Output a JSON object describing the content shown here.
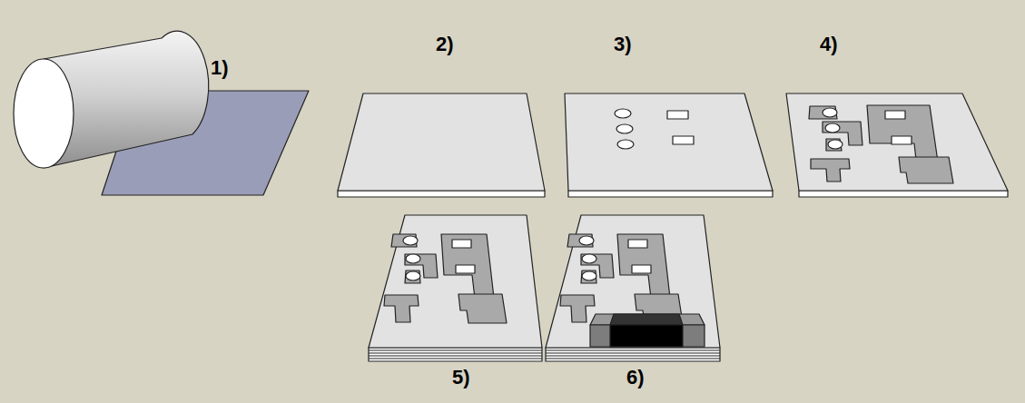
{
  "diagram": {
    "labels": [
      "1)",
      "2)",
      "3)",
      "4)",
      "5)",
      "6)"
    ]
  }
}
